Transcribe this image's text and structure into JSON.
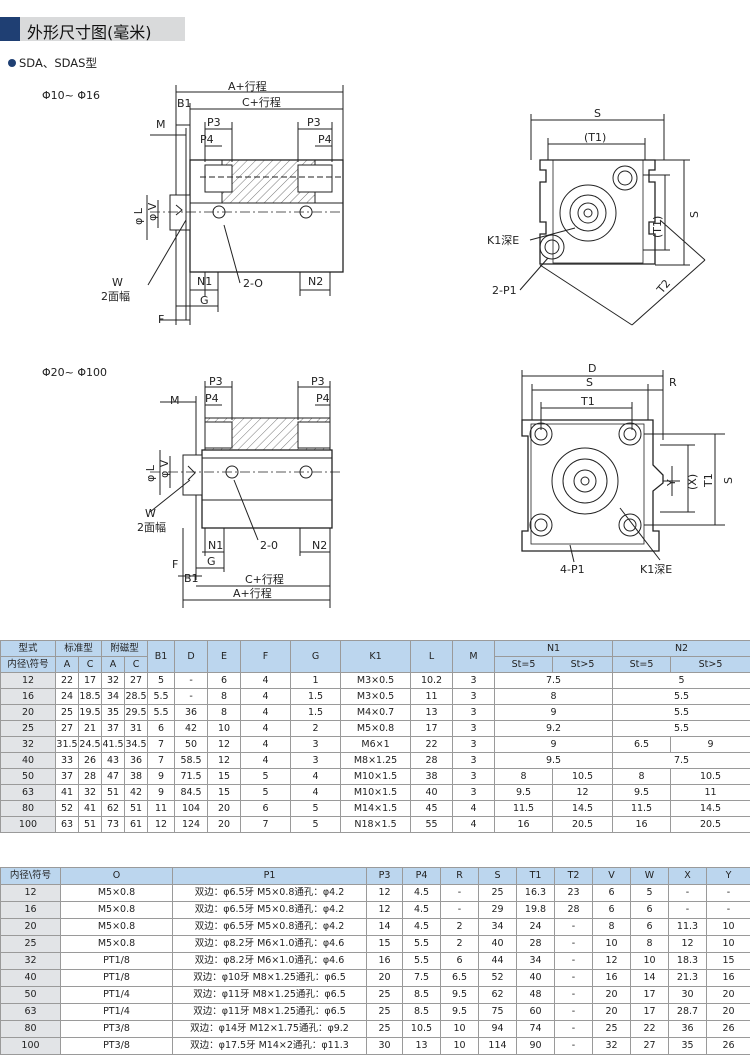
{
  "header": {
    "title": "外形尺寸图(毫米)"
  },
  "subtitle": "SDA、SDAS型",
  "drawing1": {
    "range": "Φ10~ Φ16",
    "labels": {
      "a": "A+行程",
      "b1": "B1",
      "c": "C+行程",
      "m": "M",
      "p3l": "P3",
      "p3r": "P3",
      "p4l": "P4",
      "p4r": "P4",
      "phiL": "φ L",
      "phiV": "φ V",
      "w": "W",
      "w2": "2面幅",
      "n1": "N1",
      "port": "2-O",
      "n2": "N2",
      "g": "G",
      "f": "F"
    }
  },
  "drawing2": {
    "labels": {
      "s": "S",
      "t1top": "(T1)",
      "t1side": "(T1)",
      "sside": "S",
      "t2": "T2",
      "k1": "K1深E",
      "p1": "2-P1"
    }
  },
  "drawing3": {
    "range": "Φ20~ Φ100",
    "labels": {
      "m": "M",
      "p3l": "P3",
      "p3r": "P3",
      "p4l": "P4",
      "p4r": "P4",
      "phiL": "φ L",
      "phiV": "φ V",
      "w": "W",
      "w2": "2面幅",
      "n1": "N1",
      "port": "2-0",
      "n2": "N2",
      "g": "G",
      "f": "F",
      "b1": "B1",
      "c": "C+行程",
      "a": "A+行程"
    }
  },
  "drawing4": {
    "labels": {
      "d": "D",
      "s": "S",
      "r": "R",
      "t1top": "T1",
      "y": "Y",
      "x": "(X)",
      "t1side": "T1",
      "sside": "S",
      "p1": "4-P1",
      "k1": "K1深E"
    }
  },
  "table1": {
    "head1": [
      "型式",
      "标准型",
      "附磁型",
      "B1",
      "D",
      "E",
      "F",
      "G",
      "K1",
      "L",
      "M",
      "N1",
      "N2"
    ],
    "head2": [
      "内径\\符号",
      "A",
      "C",
      "A",
      "C",
      "St=5",
      "St>5",
      "St=5",
      "St>5"
    ],
    "rows": [
      [
        "12",
        "22",
        "17",
        "32",
        "27",
        "5",
        "-",
        "6",
        "4",
        "1",
        "M3×0.5",
        "10.2",
        "3",
        "7.5",
        "",
        "5",
        ""
      ],
      [
        "16",
        "24",
        "18.5",
        "34",
        "28.5",
        "5.5",
        "-",
        "8",
        "4",
        "1.5",
        "M3×0.5",
        "11",
        "3",
        "8",
        "",
        "5.5",
        ""
      ],
      [
        "20",
        "25",
        "19.5",
        "35",
        "29.5",
        "5.5",
        "36",
        "8",
        "4",
        "1.5",
        "M4×0.7",
        "13",
        "3",
        "9",
        "",
        "5.5",
        ""
      ],
      [
        "25",
        "27",
        "21",
        "37",
        "31",
        "6",
        "42",
        "10",
        "4",
        "2",
        "M5×0.8",
        "17",
        "3",
        "9.2",
        "",
        "5.5",
        ""
      ],
      [
        "32",
        "31.5",
        "24.5",
        "41.5",
        "34.5",
        "7",
        "50",
        "12",
        "4",
        "3",
        "M6×1",
        "22",
        "3",
        "9",
        "",
        "6.5",
        "9"
      ],
      [
        "40",
        "33",
        "26",
        "43",
        "36",
        "7",
        "58.5",
        "12",
        "4",
        "3",
        "M8×1.25",
        "28",
        "3",
        "9.5",
        "",
        "7.5",
        ""
      ],
      [
        "50",
        "37",
        "28",
        "47",
        "38",
        "9",
        "71.5",
        "15",
        "5",
        "4",
        "M10×1.5",
        "38",
        "3",
        "8",
        "10.5",
        "8",
        "10.5"
      ],
      [
        "63",
        "41",
        "32",
        "51",
        "42",
        "9",
        "84.5",
        "15",
        "5",
        "4",
        "M10×1.5",
        "40",
        "3",
        "9.5",
        "12",
        "9.5",
        "11"
      ],
      [
        "80",
        "52",
        "41",
        "62",
        "51",
        "11",
        "104",
        "20",
        "6",
        "5",
        "M14×1.5",
        "45",
        "4",
        "11.5",
        "14.5",
        "11.5",
        "14.5"
      ],
      [
        "100",
        "63",
        "51",
        "73",
        "61",
        "12",
        "124",
        "20",
        "7",
        "5",
        "N18×1.5",
        "55",
        "4",
        "16",
        "20.5",
        "16",
        "20.5"
      ]
    ]
  },
  "table2": {
    "head": [
      "内径\\符号",
      "O",
      "P1",
      "P3",
      "P4",
      "R",
      "S",
      "T1",
      "T2",
      "V",
      "W",
      "X",
      "Y"
    ],
    "rows": [
      [
        "12",
        "M5×0.8",
        "双边：φ6.5牙 M5×0.8通孔：φ4.2",
        "12",
        "4.5",
        "-",
        "25",
        "16.3",
        "23",
        "6",
        "5",
        "-",
        "-"
      ],
      [
        "16",
        "M5×0.8",
        "双边：φ6.5牙 M5×0.8通孔：φ4.2",
        "12",
        "4.5",
        "-",
        "29",
        "19.8",
        "28",
        "6",
        "6",
        "-",
        "-"
      ],
      [
        "20",
        "M5×0.8",
        "双边：φ6.5牙 M5×0.8通孔：φ4.2",
        "14",
        "4.5",
        "2",
        "34",
        "24",
        "-",
        "8",
        "6",
        "11.3",
        "10"
      ],
      [
        "25",
        "M5×0.8",
        "双边：φ8.2牙 M6×1.0通孔：φ4.6",
        "15",
        "5.5",
        "2",
        "40",
        "28",
        "-",
        "10",
        "8",
        "12",
        "10"
      ],
      [
        "32",
        "PT1/8",
        "双边：φ8.2牙 M6×1.0通孔：φ4.6",
        "16",
        "5.5",
        "6",
        "44",
        "34",
        "-",
        "12",
        "10",
        "18.3",
        "15"
      ],
      [
        "40",
        "PT1/8",
        "双边：φ10牙 M8×1.25通孔：φ6.5",
        "20",
        "7.5",
        "6.5",
        "52",
        "40",
        "-",
        "16",
        "14",
        "21.3",
        "16"
      ],
      [
        "50",
        "PT1/4",
        "双边：φ11牙 M8×1.25通孔：φ6.5",
        "25",
        "8.5",
        "9.5",
        "62",
        "48",
        "-",
        "20",
        "17",
        "30",
        "20"
      ],
      [
        "63",
        "PT1/4",
        "双边：φ11牙 M8×1.25通孔：φ6.5",
        "25",
        "8.5",
        "9.5",
        "75",
        "60",
        "-",
        "20",
        "17",
        "28.7",
        "20"
      ],
      [
        "80",
        "PT3/8",
        "双边：φ14牙 M12×1.75通孔：φ9.2",
        "25",
        "10.5",
        "10",
        "94",
        "74",
        "-",
        "25",
        "22",
        "36",
        "26"
      ],
      [
        "100",
        "PT3/8",
        "双边：φ17.5牙 M14×2通孔：φ11.3",
        "30",
        "13",
        "10",
        "114",
        "90",
        "-",
        "32",
        "27",
        "35",
        "26"
      ]
    ]
  }
}
